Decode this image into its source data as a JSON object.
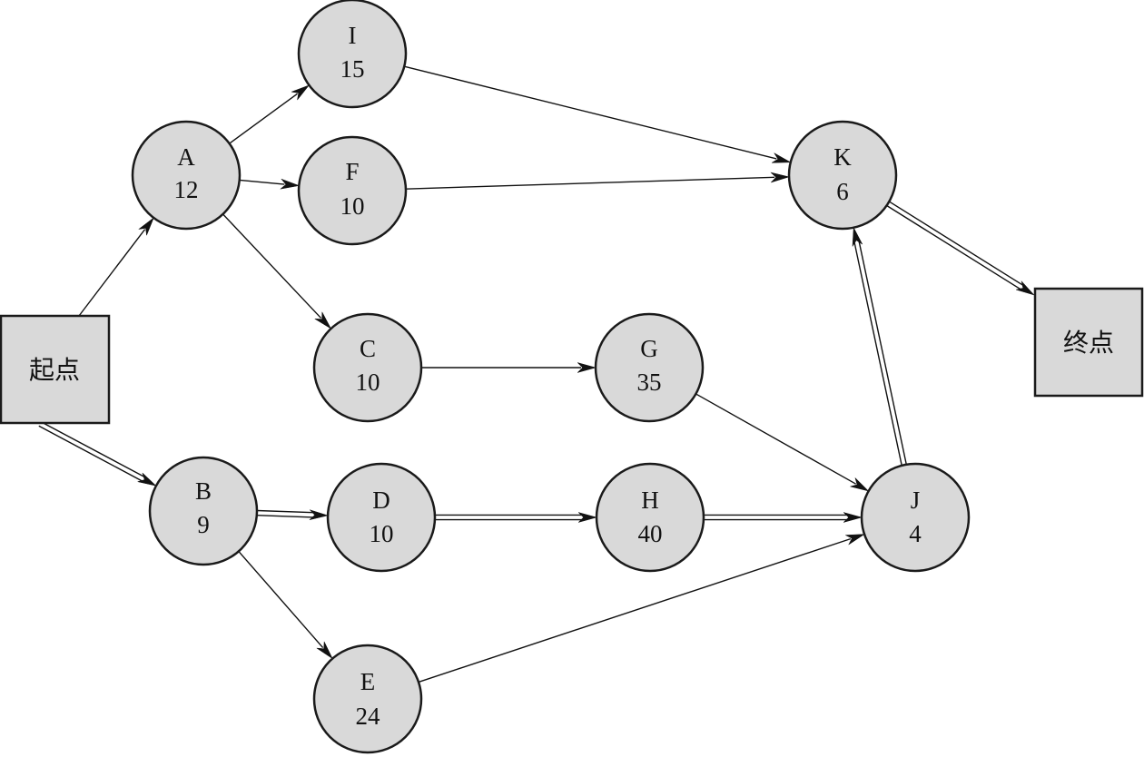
{
  "diagram": {
    "start": {
      "id": "start",
      "label": "起点"
    },
    "end": {
      "id": "end",
      "label": "终点"
    },
    "nodes": [
      {
        "id": "A",
        "label": "A",
        "duration": "12"
      },
      {
        "id": "B",
        "label": "B",
        "duration": "9"
      },
      {
        "id": "C",
        "label": "C",
        "duration": "10"
      },
      {
        "id": "D",
        "label": "D",
        "duration": "10"
      },
      {
        "id": "E",
        "label": "E",
        "duration": "24"
      },
      {
        "id": "F",
        "label": "F",
        "duration": "10"
      },
      {
        "id": "G",
        "label": "G",
        "duration": "35"
      },
      {
        "id": "H",
        "label": "H",
        "duration": "40"
      },
      {
        "id": "I",
        "label": "I",
        "duration": "15"
      },
      {
        "id": "J",
        "label": "J",
        "duration": "4"
      },
      {
        "id": "K",
        "label": "K",
        "duration": "6"
      }
    ],
    "edges": [
      {
        "from": "start",
        "to": "A",
        "critical": false
      },
      {
        "from": "start",
        "to": "B",
        "critical": true
      },
      {
        "from": "A",
        "to": "I",
        "critical": false
      },
      {
        "from": "A",
        "to": "F",
        "critical": false
      },
      {
        "from": "A",
        "to": "C",
        "critical": false
      },
      {
        "from": "I",
        "to": "K",
        "critical": false
      },
      {
        "from": "F",
        "to": "K",
        "critical": false
      },
      {
        "from": "C",
        "to": "G",
        "critical": false
      },
      {
        "from": "G",
        "to": "J",
        "critical": false
      },
      {
        "from": "B",
        "to": "D",
        "critical": true
      },
      {
        "from": "B",
        "to": "E",
        "critical": false
      },
      {
        "from": "D",
        "to": "H",
        "critical": true
      },
      {
        "from": "H",
        "to": "J",
        "critical": true
      },
      {
        "from": "E",
        "to": "J",
        "critical": false
      },
      {
        "from": "J",
        "to": "K",
        "critical": true
      },
      {
        "from": "K",
        "to": "end",
        "critical": true
      }
    ]
  }
}
